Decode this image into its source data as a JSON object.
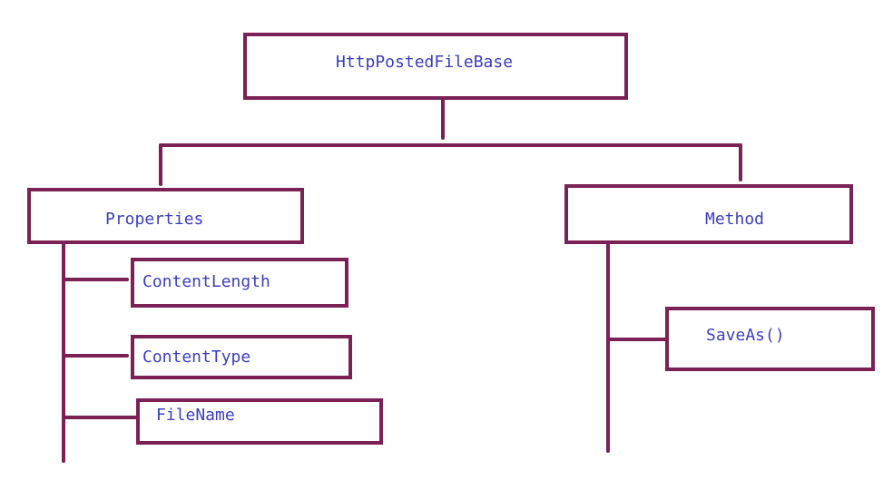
{
  "colors": {
    "stroke": "#7b2155",
    "text": "#3b3fbf",
    "background": "#ffffff"
  },
  "nodes": {
    "root": {
      "label": "HttpPostedFileBase"
    },
    "properties": {
      "label": "Properties"
    },
    "method": {
      "label": "Method"
    },
    "content_length": {
      "label": "ContentLength"
    },
    "content_type": {
      "label": "ContentType"
    },
    "file_name": {
      "label": "FileName"
    },
    "save_as": {
      "label": "SaveAs()"
    }
  }
}
